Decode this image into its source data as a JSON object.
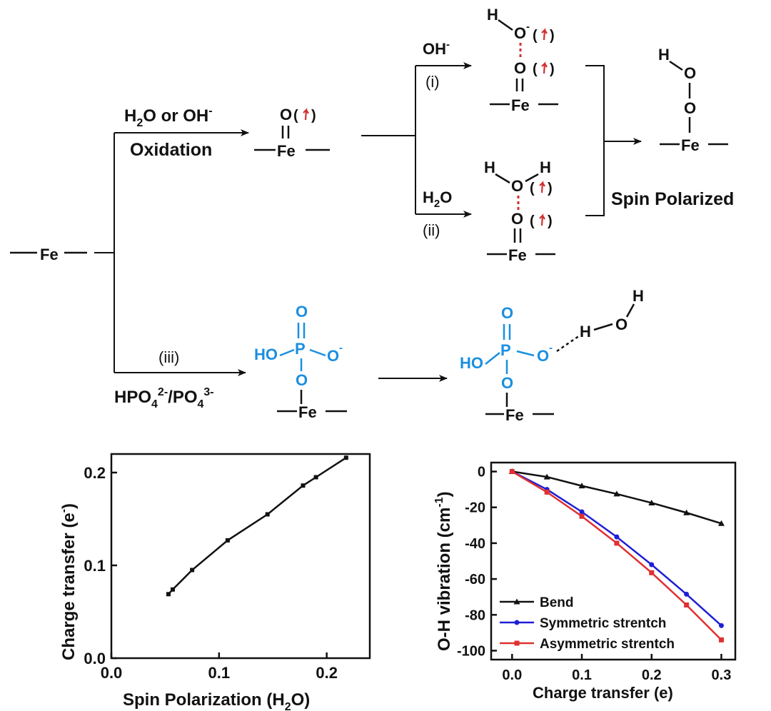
{
  "scheme": {
    "fe": "Fe",
    "oxidation_reagent_a": "H",
    "oxidation_reagent_sub": "2",
    "oxidation_reagent_b": "O or OH",
    "oxidation_reagent_sup": "-",
    "oxidation_label": "Oxidation",
    "route_i_reagent": "OH",
    "route_i_sup": "-",
    "route_i_label": "(i)",
    "route_ii_reagent_a": "H",
    "route_ii_reagent_sub": "2",
    "route_ii_reagent_b": "O",
    "route_ii_label": "(ii)",
    "route_iii_label": "(iii)",
    "phosphate_a": "HPO",
    "phosphate_sub1": "4",
    "phosphate_sup1": "2-",
    "phosphate_b": "/PO",
    "phosphate_sub2": "4",
    "phosphate_sup2": "3-",
    "spin_polarized_label": "Spin Polarized",
    "atom_O": "O",
    "atom_H": "H",
    "atom_P": "P",
    "atom_HO": "HO",
    "sup_minus": "-",
    "paren_open": "(",
    "paren_close": ")"
  },
  "colors": {
    "phosphate": "#1a8fe0",
    "spin": "#d23030",
    "symmetric": "#1f1fd6",
    "asymmetric": "#e03030",
    "bend": "#111111"
  },
  "chart_data": [
    {
      "type": "line",
      "xlabel": "Spin Polarization (H2O)",
      "xlabel_a": "Spin Polarization (H",
      "xlabel_sub": "2",
      "xlabel_b": "O)",
      "ylabel_a": "Charge transfer (e",
      "ylabel_sup": "-",
      "ylabel_b": ")",
      "xlim": [
        0.0,
        0.24
      ],
      "ylim": [
        0.0,
        0.22
      ],
      "xticks": [
        "0.0",
        "0.1",
        "0.2"
      ],
      "yticks": [
        "0.0",
        "0.1",
        "0.2"
      ],
      "series": [
        {
          "color": "#111111",
          "x": [
            0.053,
            0.057,
            0.075,
            0.108,
            0.145,
            0.178,
            0.19,
            0.218
          ],
          "y": [
            0.069,
            0.074,
            0.095,
            0.127,
            0.155,
            0.186,
            0.195,
            0.216
          ]
        }
      ]
    },
    {
      "type": "line",
      "xlabel": "Charge transfer (e)",
      "ylabel_a": "O-H vibration (cm",
      "ylabel_sup": "-1",
      "ylabel_b": ")",
      "xlim": [
        -0.03,
        0.32
      ],
      "ylim": [
        -105,
        5
      ],
      "xticks": [
        "0.0",
        "0.1",
        "0.2",
        "0.3"
      ],
      "yticks": [
        "0",
        "-20",
        "-40",
        "-60",
        "-80",
        "-100"
      ],
      "legend": "bottom-left",
      "series": [
        {
          "name": "Bend",
          "color": "#111111",
          "marker": "triangle",
          "x": [
            0,
            0.05,
            0.1,
            0.15,
            0.2,
            0.25,
            0.3
          ],
          "y": [
            0,
            -3,
            -8,
            -12.5,
            -17.5,
            -23,
            -29
          ]
        },
        {
          "name": "Symmetric strentch",
          "color": "#1f1fd6",
          "marker": "circle",
          "x": [
            0,
            0.05,
            0.1,
            0.15,
            0.2,
            0.25,
            0.3
          ],
          "y": [
            0,
            -10,
            -22.5,
            -36.5,
            -52,
            -68.5,
            -86
          ]
        },
        {
          "name": "Asymmetric strentch",
          "color": "#e03030",
          "marker": "square",
          "x": [
            0,
            0.05,
            0.1,
            0.15,
            0.2,
            0.25,
            0.3
          ],
          "y": [
            0,
            -11.5,
            -25,
            -40,
            -56.5,
            -74.5,
            -94
          ]
        }
      ]
    }
  ]
}
